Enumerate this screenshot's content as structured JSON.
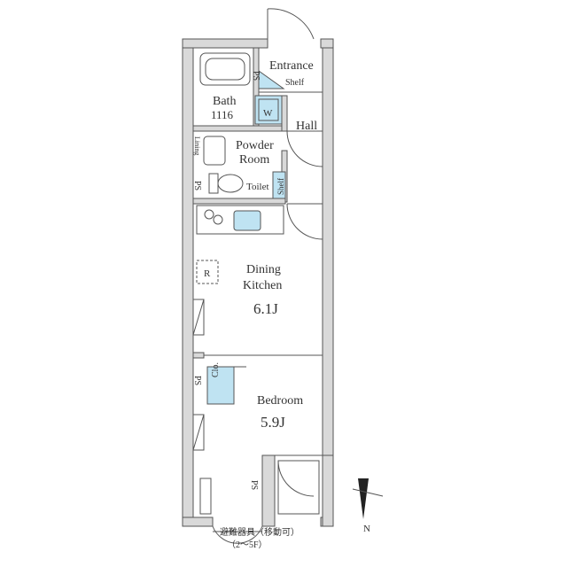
{
  "rooms": {
    "entrance": "Entrance",
    "shelf_entrance": "Shelf",
    "ps_top": "PS",
    "bath": "Bath",
    "bath_size": "1116",
    "washer": "W",
    "hall": "Hall",
    "powder_room_line1": "Powder",
    "powder_room_line2": "Room",
    "lining": "Lining",
    "ps_toilet": "PS",
    "toilet": "Toilet",
    "shelf_toilet": "Shelf",
    "refrigerator": "R",
    "dining_kitchen_line1": "Dining",
    "dining_kitchen_line2": "Kitchen",
    "dining_kitchen_size": "6.1J",
    "ps_bedroom": "PS",
    "closet": "Clo.",
    "bedroom": "Bedroom",
    "bedroom_size": "5.9J",
    "ps_balcony": "PS"
  },
  "notes": {
    "evacuation_line1": "避難器具（移動可）",
    "evacuation_line2": "（2～5F）"
  },
  "compass": {
    "north": "N"
  }
}
